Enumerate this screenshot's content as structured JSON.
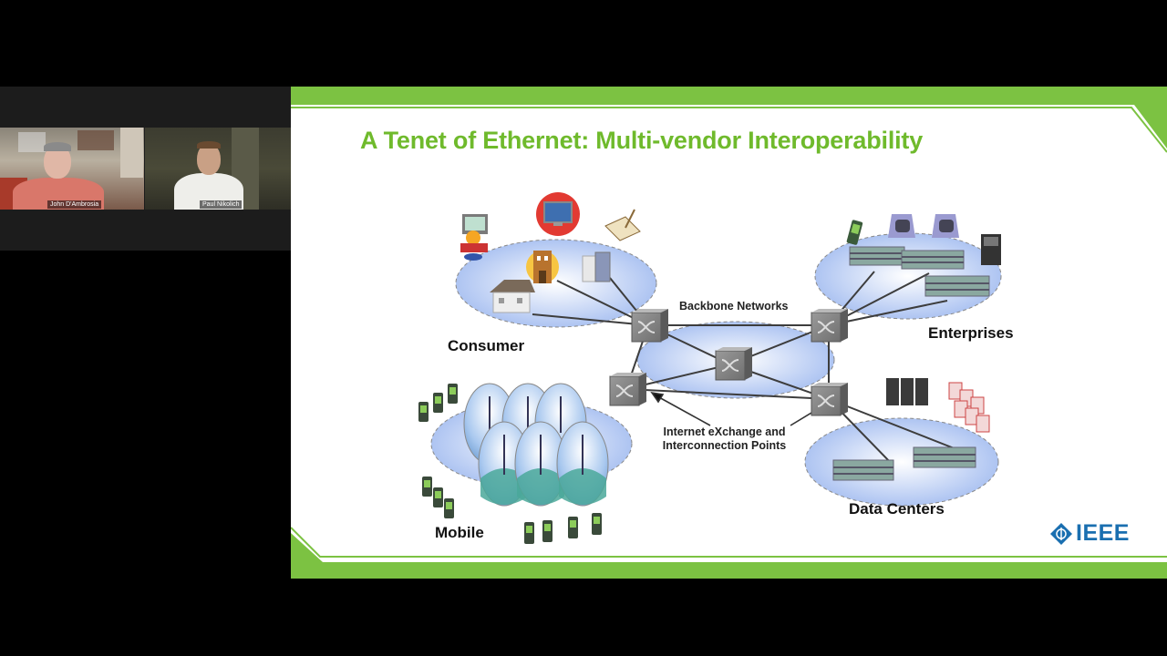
{
  "meeting": {
    "participants": [
      {
        "name": "John D'Ambrosia"
      },
      {
        "name": "Paul Nikolich"
      }
    ],
    "side_controls": [
      {
        "icon": "minimize-icon"
      },
      {
        "icon": "swap-icon"
      }
    ]
  },
  "slide": {
    "title": "A Tenet of Ethernet: Multi-vendor Interoperability",
    "accent_color": "#6fba2c",
    "zones": {
      "consumer": "Consumer",
      "enterprises": "Enterprises",
      "mobile": "Mobile",
      "data_centers": "Data Centers"
    },
    "backbone_label": "Backbone Networks",
    "ixp_label_line1": "Internet eXchange and",
    "ixp_label_line2": "Interconnection Points",
    "logo_text": "IEEE",
    "logo_color": "#1a6fb0"
  }
}
